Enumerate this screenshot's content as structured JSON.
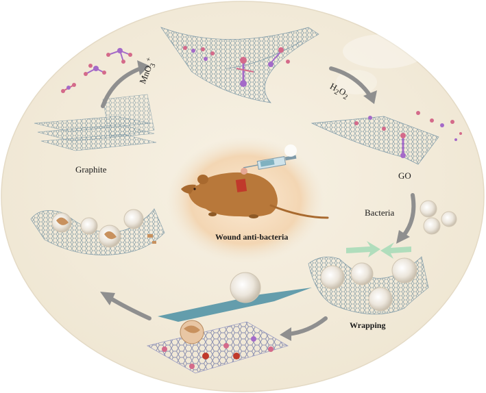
{
  "labels": {
    "graphite": "Graphite",
    "mno3": "MnO",
    "mno3_sub": "3",
    "mno3_sup": "+",
    "h2o2_h": "H",
    "h2o2_2a": "2",
    "h2o2_o": "O",
    "h2o2_2b": "2",
    "go": "GO",
    "bacteria": "Bacteria",
    "wrapping": "Wrapping",
    "center": "Wound anti-bacteria"
  },
  "colors": {
    "background_disc": "#f3ecdc",
    "center_glow": "#f2d2ad",
    "arrow": "#8f8f8f",
    "sheet": "#7f9aa8",
    "molecule_pink": "#d46a8a",
    "molecule_purple": "#a46ac8",
    "mouse": "#b8783a",
    "wound": "#c0392b",
    "teal_blade": "#4a8fa3",
    "green_arrow": "#a8dcb8"
  },
  "icons": [
    "mouse-icon",
    "syringe-icon",
    "bacteria-icon",
    "graphene-sheet-icon",
    "molecule-icon",
    "cycle-arrow-icon"
  ]
}
